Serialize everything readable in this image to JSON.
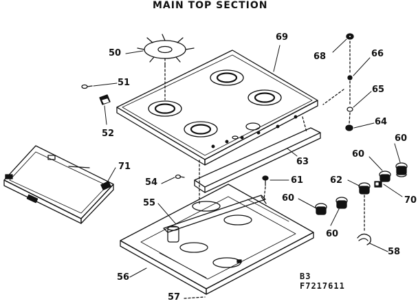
{
  "title": "MAIN TOP SECTION",
  "callouts": {
    "c50": "50",
    "c51": "51",
    "c52": "52",
    "c54": "54",
    "c55": "55",
    "c56": "56",
    "c57": "57",
    "c58": "58",
    "c60a": "60",
    "c60b": "60",
    "c60c": "60",
    "c60d": "60",
    "c61": "61",
    "c62": "62",
    "c63": "63",
    "c64": "64",
    "c65": "65",
    "c66": "66",
    "c68": "68",
    "c69": "69",
    "c70": "70",
    "c71": "71"
  },
  "drawing_code": {
    "line1": "B3",
    "line2": "F7217611"
  },
  "colors": {
    "ink": "#111111",
    "paper": "#ffffff"
  }
}
